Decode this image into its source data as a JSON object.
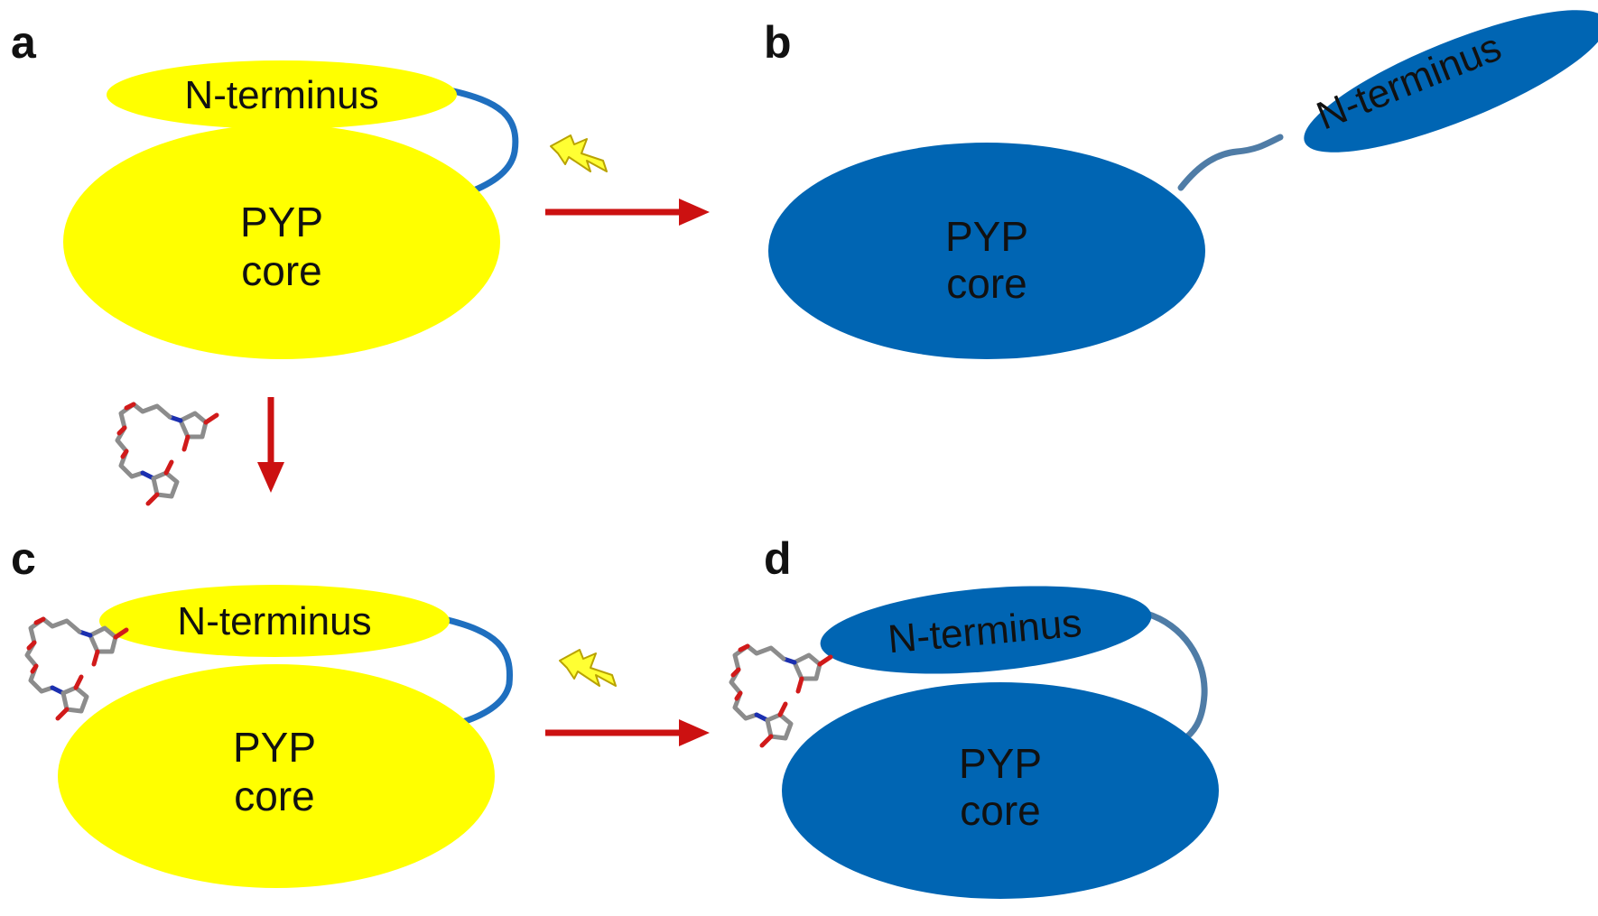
{
  "colors": {
    "dark_state": "#ffff00",
    "light_state": "#0065b3",
    "linker_dark": "#1f6fbf",
    "linker_light": "#4f7ca6",
    "arrow": "#cc1111",
    "flash": "#ffff33",
    "crosslinker_bond": "#8c8c8c",
    "crosslinker_o": "#d11a1a",
    "crosslinker_n": "#1b2fb0"
  },
  "icons": {
    "light_flash": "lightning-bolt-icon",
    "crosslinker": "bis-maleimide-crosslinker-icon"
  },
  "panels": {
    "a": {
      "letter": "a",
      "n_terminus": "N-terminus",
      "core_line1": "PYP",
      "core_line2": "core"
    },
    "b": {
      "letter": "b",
      "n_terminus": "N-terminus",
      "core_line1": "PYP",
      "core_line2": "core"
    },
    "c": {
      "letter": "c",
      "n_terminus": "N-terminus",
      "core_line1": "PYP",
      "core_line2": "core"
    },
    "d": {
      "letter": "d",
      "n_terminus": "N-terminus",
      "core_line1": "PYP",
      "core_line2": "core"
    }
  }
}
